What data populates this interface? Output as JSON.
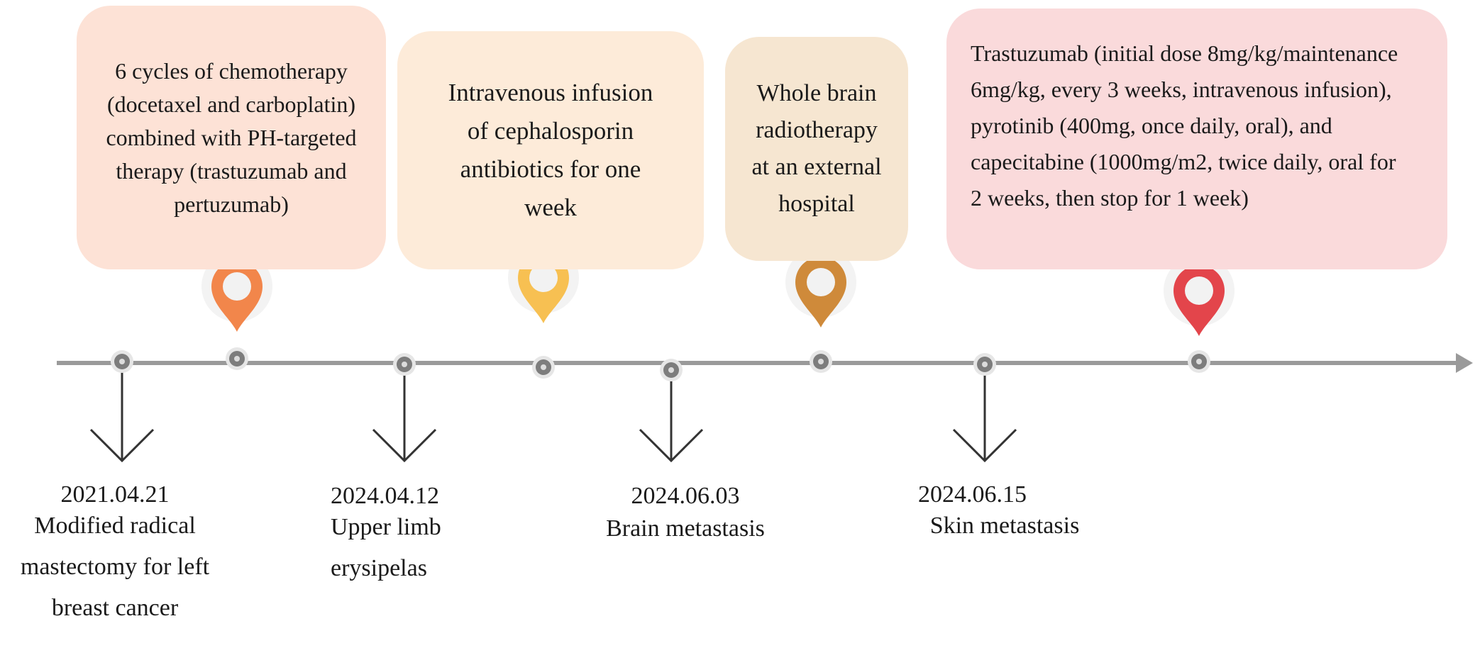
{
  "colors": {
    "axis": "#9a9a9a",
    "dot_outer": "#e6e6e6",
    "dot_inner": "#808080",
    "arrow": "#333333",
    "card_chemo": "#fde2d6",
    "card_infusion": "#fdebd9",
    "card_radio": "#f6e6d1",
    "card_trastuzumab": "#fadadb",
    "pin_chemo": "#f2864b",
    "pin_infusion": "#f7c052",
    "pin_radio": "#cf8a3a",
    "pin_trastuzumab": "#e3454b"
  },
  "treatments": [
    {
      "id": "chemo",
      "pin_icon": "location-pin-icon",
      "lines": [
        "6 cycles of chemotherapy",
        "(docetaxel and carboplatin)",
        "combined with PH-targeted",
        "therapy (trastuzumab and",
        "pertuzumab)"
      ]
    },
    {
      "id": "infusion",
      "pin_icon": "location-pin-icon",
      "lines": [
        "Intravenous infusion",
        "of cephalosporin",
        "antibiotics for one",
        "week"
      ]
    },
    {
      "id": "radiotherapy",
      "pin_icon": "location-pin-icon",
      "lines": [
        "Whole brain",
        "radiotherapy",
        "at an external",
        "hospital"
      ]
    },
    {
      "id": "trastuzumab",
      "pin_icon": "location-pin-icon",
      "lines": [
        "Trastuzumab (initial dose 8mg/kg/maintenance",
        "6mg/kg, every 3 weeks, intravenous infusion),",
        "pyrotinib (400mg, once daily, oral), and",
        "capecitabine (1000mg/m2, twice daily, oral for",
        "2 weeks, then stop for 1 week)"
      ]
    }
  ],
  "events": [
    {
      "date": "2021.04.21",
      "lines": [
        "Modified radical",
        "mastectomy for left",
        "breast cancer"
      ]
    },
    {
      "date": "2024.04.12",
      "lines": [
        "Upper limb",
        "erysipelas"
      ]
    },
    {
      "date": "2024.06.03",
      "lines": [
        "Brain metastasis"
      ]
    },
    {
      "date": "2024.06.15",
      "lines": [
        "Skin metastasis"
      ]
    }
  ]
}
